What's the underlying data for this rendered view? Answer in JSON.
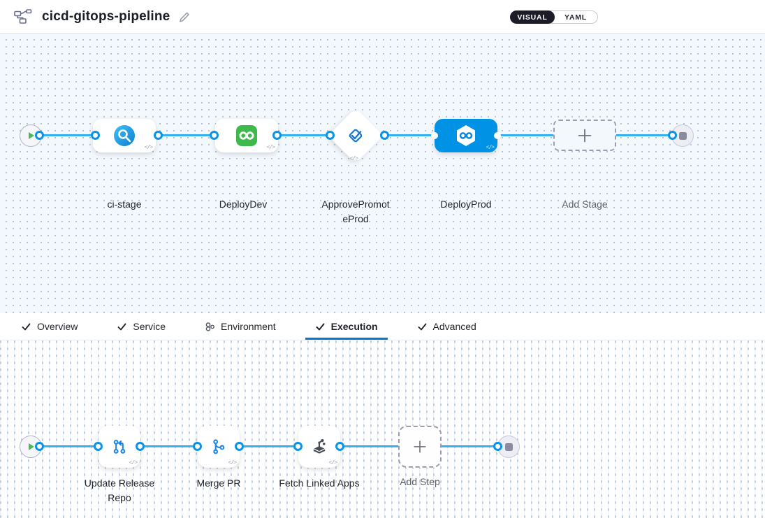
{
  "colors": {
    "accent_blue": "#0092e4",
    "line_blue": "#36b1f0",
    "tab_underline_blue": "#0278d5",
    "success_green": "#49bb4f",
    "deploy_green": "#3eb94b",
    "toggle_dark": "#1c1c28"
  },
  "header": {
    "title": "cicd-gitops-pipeline",
    "view_toggle": {
      "visual_label": "VISUAL",
      "yaml_label": "YAML",
      "selected": "VISUAL"
    }
  },
  "icons": {
    "code": "</>"
  },
  "stage_canvas": {
    "stages": [
      {
        "label": "ci-stage",
        "type": "build"
      },
      {
        "label": "DeployDev",
        "type": "deploy"
      },
      {
        "label": "ApprovePromoteProd",
        "type": "approval"
      },
      {
        "label": "DeployProd",
        "type": "deploy",
        "selected": true
      }
    ],
    "add_stage_label": "Add Stage"
  },
  "tab_bar": {
    "tabs": [
      {
        "label": "Overview",
        "icon": "check"
      },
      {
        "label": "Service",
        "icon": "check"
      },
      {
        "label": "Environment",
        "icon": "environment"
      },
      {
        "label": "Execution",
        "icon": "check",
        "active": true
      },
      {
        "label": "Advanced",
        "icon": "check"
      }
    ],
    "active_tab": "Execution"
  },
  "execution_canvas": {
    "steps": [
      {
        "label": "Update Release Repo"
      },
      {
        "label": "Merge PR"
      },
      {
        "label": "Fetch Linked Apps"
      }
    ],
    "add_step_label": "Add Step"
  }
}
